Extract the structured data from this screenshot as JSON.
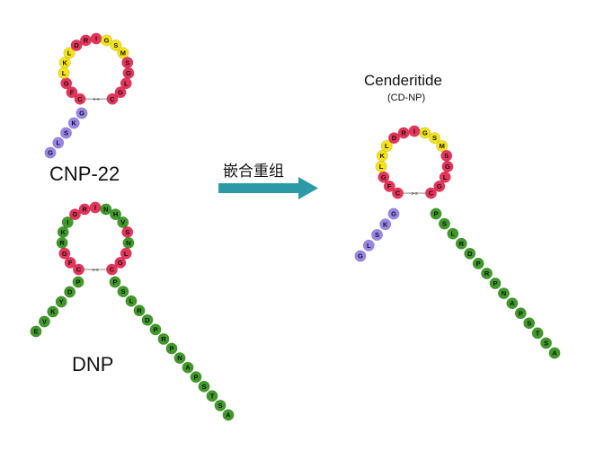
{
  "colors": {
    "red": "#e8345a",
    "yellow": "#f4e416",
    "purple": "#9a86ea",
    "green": "#3f9a28",
    "arrow": "#2c9aa6"
  },
  "labels": {
    "cnp": "CNP-22",
    "dnp": "DNP",
    "arrow": "嵌合重组",
    "cenderitide": "Cenderitide",
    "cenderitide_sub": "(CD-NP)",
    "disulfide": "s-s"
  },
  "peptides": {
    "cnp22": {
      "ring": [
        {
          "r": "C",
          "c": "red"
        },
        {
          "r": "F",
          "c": "red"
        },
        {
          "r": "G",
          "c": "red"
        },
        {
          "r": "L",
          "c": "yellow"
        },
        {
          "r": "K",
          "c": "yellow"
        },
        {
          "r": "L",
          "c": "yellow"
        },
        {
          "r": "D",
          "c": "red"
        },
        {
          "r": "R",
          "c": "red"
        },
        {
          "r": "I",
          "c": "red"
        },
        {
          "r": "G",
          "c": "yellow"
        },
        {
          "r": "S",
          "c": "yellow"
        },
        {
          "r": "M",
          "c": "yellow"
        },
        {
          "r": "S",
          "c": "red"
        },
        {
          "r": "G",
          "c": "red"
        },
        {
          "r": "L",
          "c": "red"
        },
        {
          "r": "G",
          "c": "red"
        },
        {
          "r": "C",
          "c": "red"
        }
      ],
      "n_tail": [
        {
          "r": "G",
          "c": "purple"
        },
        {
          "r": "K",
          "c": "purple"
        },
        {
          "r": "S",
          "c": "purple"
        },
        {
          "r": "L",
          "c": "purple"
        },
        {
          "r": "G",
          "c": "purple"
        }
      ],
      "c_tail": []
    },
    "dnp": {
      "ring": [
        {
          "r": "C",
          "c": "red"
        },
        {
          "r": "F",
          "c": "red"
        },
        {
          "r": "G",
          "c": "red"
        },
        {
          "r": "R",
          "c": "green"
        },
        {
          "r": "K",
          "c": "green"
        },
        {
          "r": "I",
          "c": "green"
        },
        {
          "r": "D",
          "c": "red"
        },
        {
          "r": "R",
          "c": "red"
        },
        {
          "r": "I",
          "c": "red"
        },
        {
          "r": "N",
          "c": "green"
        },
        {
          "r": "H",
          "c": "green"
        },
        {
          "r": "V",
          "c": "green"
        },
        {
          "r": "S",
          "c": "red"
        },
        {
          "r": "N",
          "c": "green"
        },
        {
          "r": "L",
          "c": "red"
        },
        {
          "r": "G",
          "c": "red"
        },
        {
          "r": "C",
          "c": "red"
        }
      ],
      "n_tail": [
        {
          "r": "P",
          "c": "green"
        },
        {
          "r": "D",
          "c": "green"
        },
        {
          "r": "Y",
          "c": "green"
        },
        {
          "r": "K",
          "c": "green"
        },
        {
          "r": "V",
          "c": "green"
        },
        {
          "r": "E",
          "c": "green"
        }
      ],
      "c_tail": [
        {
          "r": "P",
          "c": "green"
        },
        {
          "r": "S",
          "c": "green"
        },
        {
          "r": "L",
          "c": "green"
        },
        {
          "r": "R",
          "c": "green"
        },
        {
          "r": "D",
          "c": "green"
        },
        {
          "r": "P",
          "c": "green"
        },
        {
          "r": "R",
          "c": "green"
        },
        {
          "r": "P",
          "c": "green"
        },
        {
          "r": "N",
          "c": "green"
        },
        {
          "r": "A",
          "c": "green"
        },
        {
          "r": "P",
          "c": "green"
        },
        {
          "r": "S",
          "c": "green"
        },
        {
          "r": "T",
          "c": "green"
        },
        {
          "r": "S",
          "c": "green"
        },
        {
          "r": "A",
          "c": "green"
        }
      ]
    },
    "cenderitide": {
      "ring": [
        {
          "r": "C",
          "c": "red"
        },
        {
          "r": "F",
          "c": "red"
        },
        {
          "r": "G",
          "c": "red"
        },
        {
          "r": "L",
          "c": "yellow"
        },
        {
          "r": "K",
          "c": "yellow"
        },
        {
          "r": "L",
          "c": "yellow"
        },
        {
          "r": "D",
          "c": "red"
        },
        {
          "r": "R",
          "c": "red"
        },
        {
          "r": "I",
          "c": "red"
        },
        {
          "r": "G",
          "c": "yellow"
        },
        {
          "r": "S",
          "c": "yellow"
        },
        {
          "r": "M",
          "c": "yellow"
        },
        {
          "r": "S",
          "c": "red"
        },
        {
          "r": "G",
          "c": "red"
        },
        {
          "r": "L",
          "c": "red"
        },
        {
          "r": "G",
          "c": "red"
        },
        {
          "r": "C",
          "c": "red"
        }
      ],
      "n_tail": [
        {
          "r": "G",
          "c": "purple"
        },
        {
          "r": "K",
          "c": "purple"
        },
        {
          "r": "S",
          "c": "purple"
        },
        {
          "r": "L",
          "c": "purple"
        },
        {
          "r": "G",
          "c": "purple"
        }
      ],
      "c_tail": [
        {
          "r": "P",
          "c": "green"
        },
        {
          "r": "S",
          "c": "green"
        },
        {
          "r": "L",
          "c": "green"
        },
        {
          "r": "R",
          "c": "green"
        },
        {
          "r": "D",
          "c": "green"
        },
        {
          "r": "P",
          "c": "green"
        },
        {
          "r": "R",
          "c": "green"
        },
        {
          "r": "P",
          "c": "green"
        },
        {
          "r": "N",
          "c": "green"
        },
        {
          "r": "A",
          "c": "green"
        },
        {
          "r": "P",
          "c": "green"
        },
        {
          "r": "S",
          "c": "green"
        },
        {
          "r": "T",
          "c": "green"
        },
        {
          "r": "S",
          "c": "green"
        },
        {
          "r": "A",
          "c": "green"
        }
      ]
    }
  }
}
